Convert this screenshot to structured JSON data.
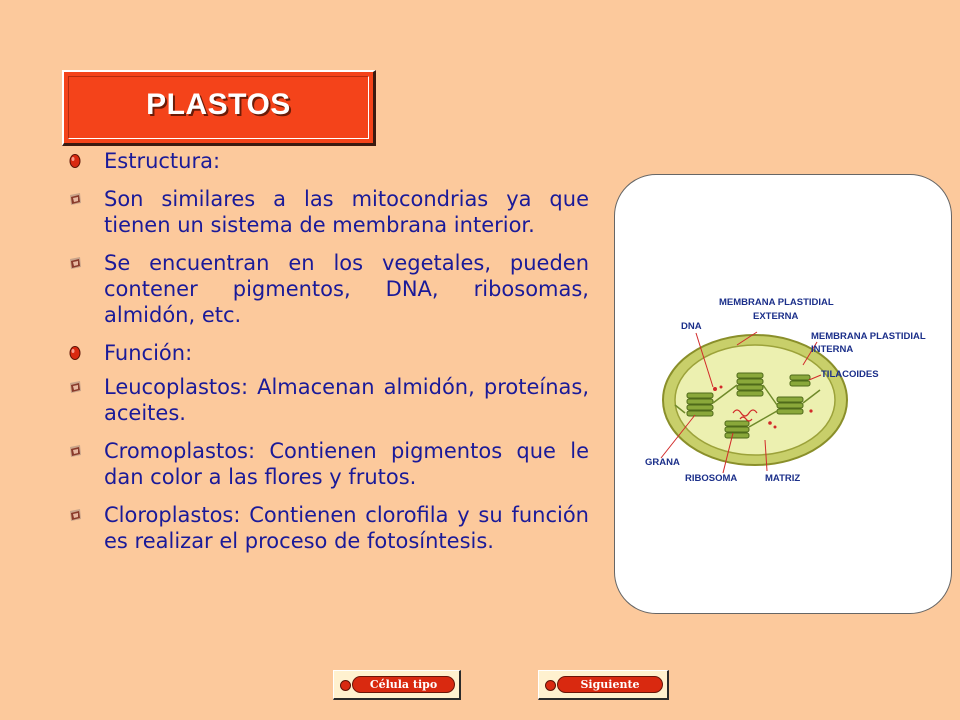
{
  "title": "PLASTOS",
  "items": [
    {
      "text": "Estructura:",
      "bullet": "heading-bullet-icon"
    },
    {
      "text": "Son similares a las mitocondrias ya que tienen un sistema de membrana interior.",
      "bullet": "sub-bullet-icon"
    },
    {
      "text": "Se encuentran en los vegetales, pueden contener pigmentos, DNA, ribosomas, almidón, etc.",
      "bullet": "sub-bullet-icon"
    },
    {
      "text": "Función:",
      "bullet": "heading-bullet-icon"
    },
    {
      "text": "Leucoplastos: Almacenan almidón, proteínas, aceites.",
      "bullet": "sub-bullet-icon"
    },
    {
      "text": "Cromoplastos: Contienen pigmentos que le dan color a las flores y frutos.",
      "bullet": "sub-bullet-icon"
    },
    {
      "text": "Cloroplastos:  Contienen clorofila y su función es realizar el proceso de fotosíntesis.",
      "bullet": "sub-bullet-icon"
    }
  ],
  "diagram": {
    "labels": {
      "membrana_externa": "MEMBRANA PLASTIDIAL",
      "externa": "EXTERNA",
      "dna": "DNA",
      "membrana_interna": "MEMBRANA  PLASTIDIAL",
      "interna": "INTERNA",
      "tilacoides": "TILACOIDES",
      "grana": "GRANA",
      "ribosoma": "RIBOSOMA",
      "matriz": "MATRIZ"
    }
  },
  "nav": {
    "celula_tipo": "Célula tipo",
    "siguiente": "Siguiente"
  },
  "colors": {
    "background": "#fcc99c",
    "title_box": "#f4431a",
    "text": "#1a1a99",
    "button_red": "#d92910"
  }
}
